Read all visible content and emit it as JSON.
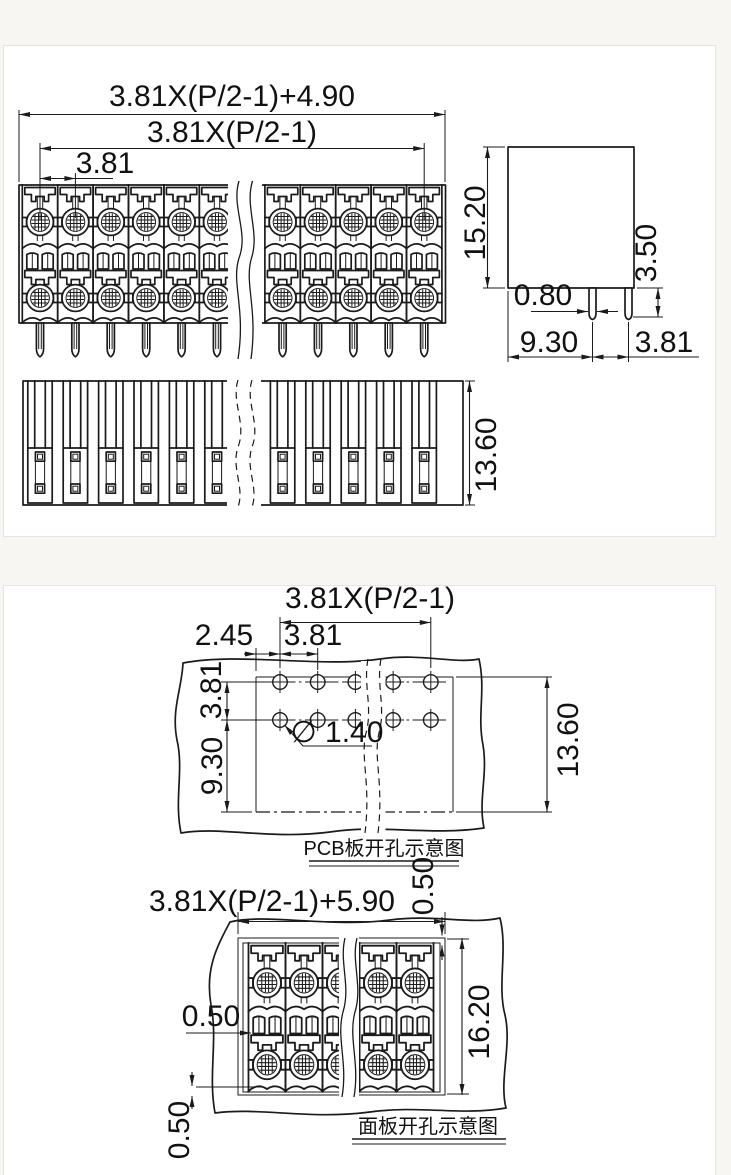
{
  "drawing": {
    "front_view": {
      "dim_total": "3.81X(P/2-1)+4.90",
      "dim_span": "3.81X(P/2-1)",
      "dim_pitch": "3.81"
    },
    "side_view": {
      "dim_height": "15.20",
      "dim_pin_length": "3.50",
      "dim_pin_width": "0.80",
      "dim_edge_to_pin": "9.30",
      "dim_pin_pitch": "3.81"
    },
    "bottom_view": {
      "dim_depth": "13.60"
    },
    "pcb_view": {
      "dim_span": "3.81X(P/2-1)",
      "dim_edge_offset": "2.45",
      "dim_pitch": "3.81",
      "dim_row_pitch": "3.81",
      "dim_row_to_edge": "9.30",
      "dim_hole_diameter": "∅ 1.40",
      "dim_depth": "13.60",
      "caption": "PCB板开孔示意图"
    },
    "panel_view": {
      "dim_width": "3.81X(P/2-1)+5.90",
      "dim_clearance_top": "0.50",
      "dim_clearance_left": "0.50",
      "dim_clearance_bottom": "0.50",
      "dim_height": "16.20",
      "caption": "面板开孔示意图"
    },
    "colors": {
      "line": "#1b1b1b",
      "paper": "#ffffff",
      "page_bg": "#f8f6f2",
      "card_border": "#e7e4de"
    }
  }
}
